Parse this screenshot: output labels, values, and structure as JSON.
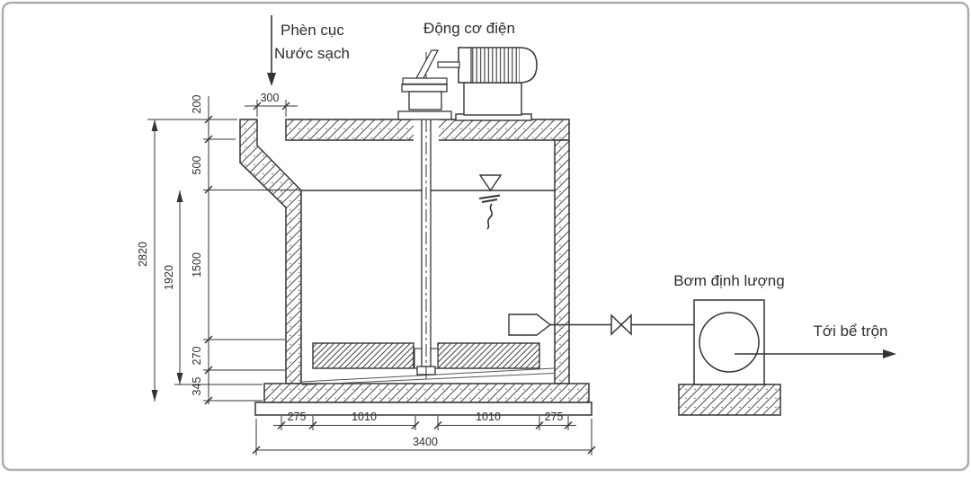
{
  "labels": {
    "feed_line1": "Phèn cục",
    "feed_line2": "Nước sạch",
    "motor": "Động cơ điện",
    "pump": "Bơm định lượng",
    "outlet": "Tới bể trộn"
  },
  "dims": {
    "opening": "300",
    "left_stack": [
      "200",
      "500",
      "1500",
      "270",
      "345"
    ],
    "left_inner": "1920",
    "left_total": "2820",
    "bottom_row": [
      "275",
      "1010",
      "1010",
      "275"
    ],
    "bottom_total": "3400"
  },
  "colors": {
    "line": "#333333",
    "frame": "#adadad",
    "background": "#ffffff"
  }
}
